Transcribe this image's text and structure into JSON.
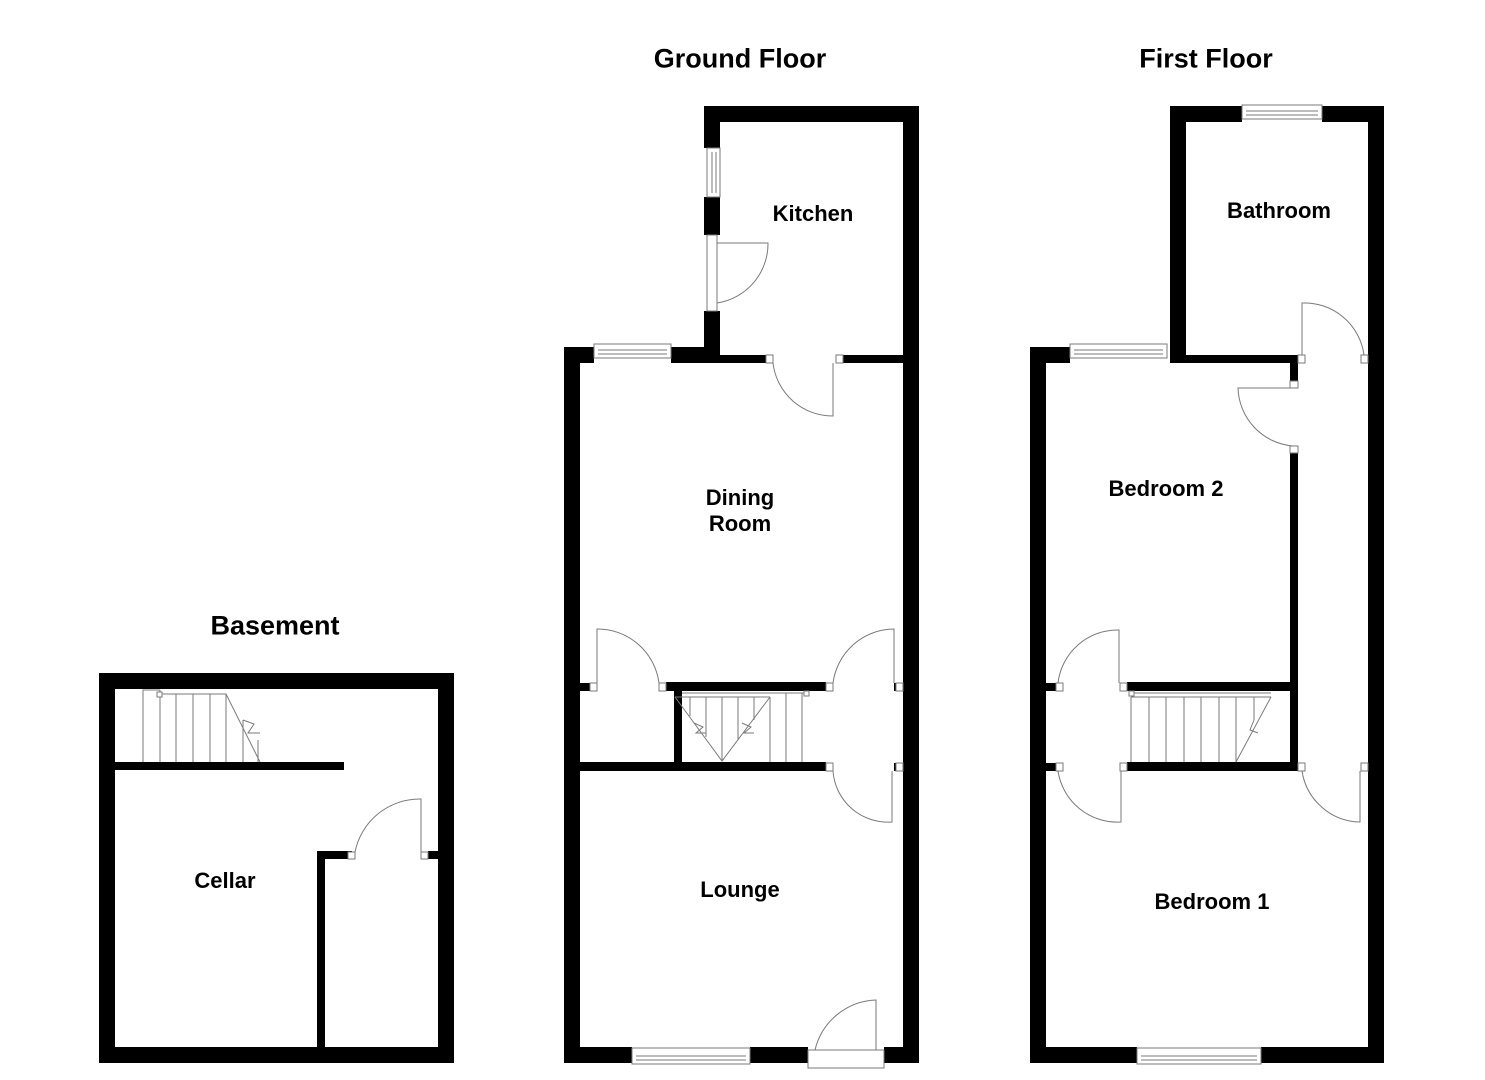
{
  "plan": {
    "floors": [
      {
        "title": "Basement",
        "rooms": [
          {
            "label": "Cellar"
          }
        ]
      },
      {
        "title": "Ground Floor",
        "rooms": [
          {
            "label": "Kitchen"
          },
          {
            "label_line1": "Dining",
            "label_line2": "Room"
          },
          {
            "label": "Lounge"
          }
        ]
      },
      {
        "title": "First Floor",
        "rooms": [
          {
            "label": "Bathroom"
          },
          {
            "label": "Bedroom 2"
          },
          {
            "label": "Bedroom 1"
          }
        ]
      }
    ],
    "colors": {
      "wall": "#000000",
      "fixture_line": "#7a7a7a",
      "background": "#ffffff"
    }
  }
}
